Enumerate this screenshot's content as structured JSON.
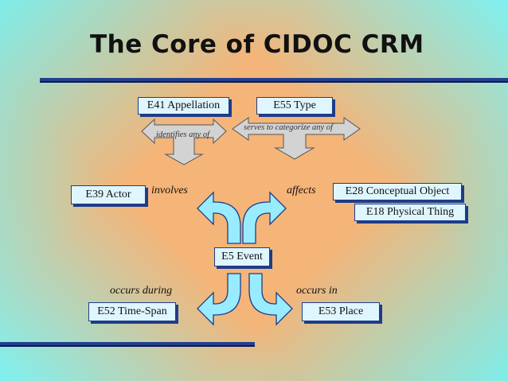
{
  "title": "The Core of CIDOC CRM",
  "boxes": {
    "appellation": "E41 Appellation",
    "type": "E55 Type",
    "actor": "E39 Actor",
    "conceptual": "E28 Conceptual Object",
    "physical": "E18 Physical Thing",
    "event": "E5 Event",
    "timespan": "E52 Time-Span",
    "place": "E53 Place"
  },
  "labels": {
    "identifies": "identifies any of",
    "categorize": "serves to categorize any of",
    "involves": "involves",
    "affects": "affects",
    "occurs_during": "occurs during",
    "occurs_in": "occurs in"
  },
  "colors": {
    "arrow_cyan": "#99ecff",
    "arrow_grey": "#d3d3d3",
    "box_border": "#1e3c8a",
    "rule": "#23408e"
  }
}
